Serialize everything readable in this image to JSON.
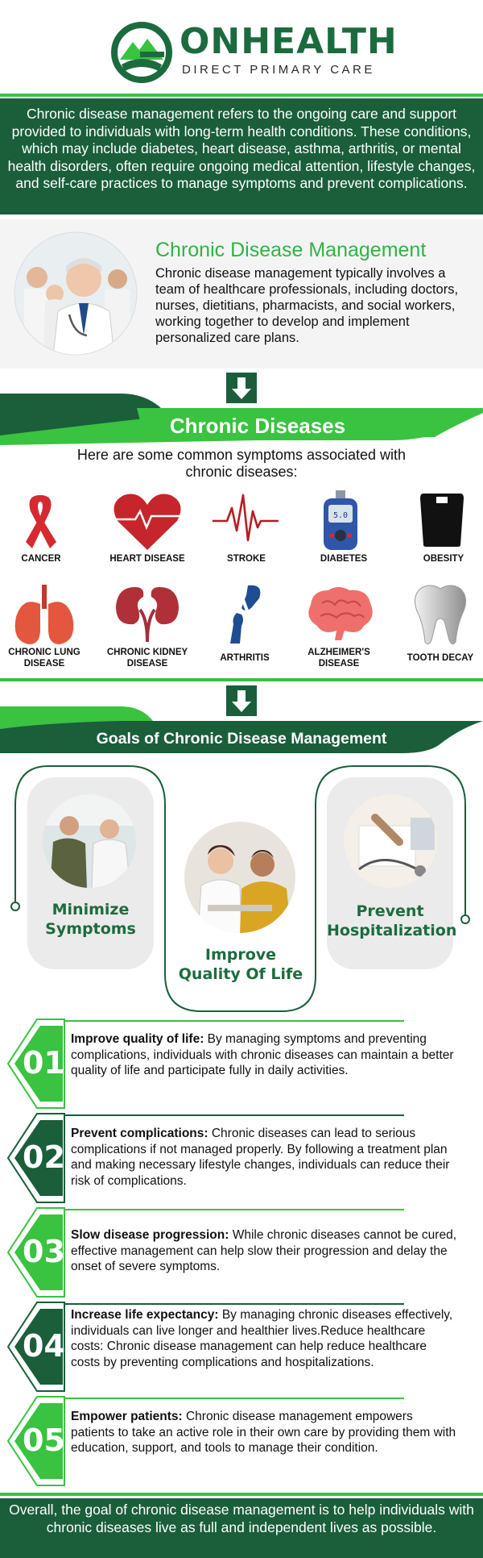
{
  "header": {
    "brand": "ONHEALTH",
    "subtitle": "DIRECT PRIMARY CARE"
  },
  "intro": {
    "text": "Chronic disease management refers to the ongoing care and support provided to individuals with long-term health conditions. These conditions, which may include diabetes, heart disease, asthma, arthritis, or mental health disorders, often require ongoing medical attention, lifestyle changes, and self-care practices to manage symptoms and prevent complications."
  },
  "cdm": {
    "title": "Chronic Disease Management",
    "text": "Chronic disease management typically involves a team of healthcare professionals, including doctors, nurses, dietitians, pharmacists, and social workers, working together to develop and implement personalized care plans."
  },
  "diseases": {
    "title": "Chronic Diseases",
    "intro": "Here are some common symptoms associated with chronic diseases:",
    "items": [
      {
        "label": "CANCER",
        "icon": "cancer-ribbon-icon"
      },
      {
        "label": "HEART DISEASE",
        "icon": "heart-icon"
      },
      {
        "label": "STROKE",
        "icon": "pulse-line-icon"
      },
      {
        "label": "DIABETES",
        "icon": "glucose-meter-icon"
      },
      {
        "label": "OBESITY",
        "icon": "scale-icon"
      },
      {
        "label": "CHRONIC LUNG DISEASE",
        "icon": "lungs-icon"
      },
      {
        "label": "CHRONIC KIDNEY DISEASE",
        "icon": "kidneys-icon"
      },
      {
        "label": "ARTHRITIS",
        "icon": "knee-joint-icon"
      },
      {
        "label": "ALZHEIMER'S DISEASE",
        "icon": "brain-icon"
      },
      {
        "label": "TOOTH DECAY",
        "icon": "tooth-icon"
      }
    ]
  },
  "goals": {
    "title": "Goals of Chronic Disease Management",
    "cards": [
      {
        "label": "Minimize Symptoms"
      },
      {
        "label": "Improve Quality Of Life"
      },
      {
        "label": "Prevent Hospitalization"
      }
    ]
  },
  "list": [
    {
      "num": "01",
      "bold": "Improve quality of life:",
      "text": " By managing symptoms and preventing complications, individuals with chronic diseases can maintain a better quality of life and participate fully in daily activities.",
      "color": "#3ac241"
    },
    {
      "num": "02",
      "bold": "Prevent complications:",
      "text": " Chronic diseases can lead to serious complications if not managed properly. By following a treatment plan and making necessary lifestyle changes, individuals can reduce their risk of complications.",
      "color": "#1a5e3a"
    },
    {
      "num": "03",
      "bold": "Slow disease progression:",
      "text": " While chronic diseases cannot be cured, effective management can help slow their progression and delay the onset of severe symptoms.",
      "color": "#3ac241"
    },
    {
      "num": "04",
      "bold": "Increase life expectancy:",
      "text": " By managing chronic diseases effectively, individuals can live longer and healthier lives.Reduce healthcare costs: Chronic disease management can help reduce healthcare costs by preventing complications and hospitalizations.",
      "color": "#1a5e3a"
    },
    {
      "num": "05",
      "bold": "Empower patients:",
      "text": " Chronic disease management empowers patients to take an active role in their own care by providing them with education, support, and tools to manage their condition.",
      "color": "#3ac241"
    }
  ],
  "footer": {
    "text": "Overall, the goal of chronic disease management is to help individuals with chronic diseases live as full and independent lives as possible."
  },
  "colors": {
    "dark_green": "#1a5e3a",
    "bright_green": "#3ac241",
    "title_green": "#2eb541"
  }
}
